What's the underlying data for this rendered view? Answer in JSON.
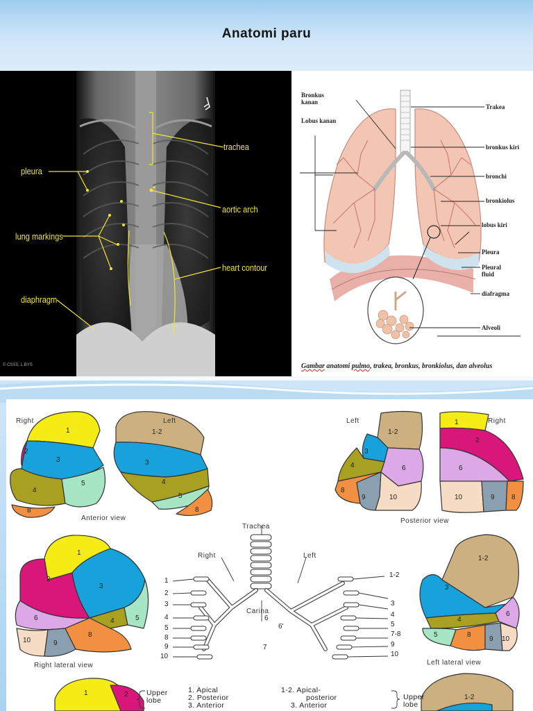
{
  "title": "Anatomi paru",
  "xray": {
    "labels": {
      "trachea": "trachea",
      "pleura": "pleura",
      "aortic_arch": "aortic arch",
      "lung_markings": "lung markings",
      "heart_contour": "heart contour",
      "diaphragm": "diaphragm"
    },
    "copyright": "© CSSS, L.BYS"
  },
  "diagram": {
    "labels": {
      "bronkus_kanan_1": "Bronkus",
      "bronkus_kanan_2": "kanan",
      "lobus_kanan": "Lobus kanan",
      "trakea": "Trakea",
      "bronkus_kiri": "bronkus kiri",
      "bronchi": "bronchi",
      "bronkiolus": "bronkiolus",
      "lobus_kiri": "lobus kiri",
      "pleura": "Pleura",
      "pleural_fluid_1": "Pleural",
      "pleural_fluid_2": "fluid",
      "diafragma": "diafragma",
      "alveoli": "Alveoli"
    },
    "caption_1": "Gambar",
    "caption_2": " anatomi ",
    "caption_3": "pulmo",
    "caption_4": ", trakea, bronkus, bronkiolus, dan alveolus"
  },
  "segments": {
    "views": {
      "right": "Right",
      "left": "Left",
      "anterior": "Anterior view",
      "posterior": "Posterior view",
      "trachea": "Trachea",
      "right_lateral": "Right lateral view",
      "left_lateral": "Left lateral view",
      "carina": "Carina"
    },
    "numbers": [
      "1",
      "2",
      "3",
      "4",
      "5",
      "6",
      "7",
      "8",
      "9",
      "10",
      "1-2",
      "7-8",
      "6'"
    ],
    "legend": {
      "upper_lobe": "Upper lobe",
      "upper_1": "Upper",
      "upper_2": "lobe",
      "r1": "1.  Apical",
      "r2": "2.  Posterior",
      "r3": "3.  Anterior",
      "l12a": "1-2.  Apical-",
      "l12b": "posterior",
      "l3": "3.  Anterior"
    },
    "colors": {
      "yellow": "#f5ec16",
      "magenta": "#d9177a",
      "cyan": "#17a2dc",
      "olive": "#a8a020",
      "mint": "#a6e6c4",
      "orange": "#f09040",
      "tan": "#cdb080",
      "lavender": "#dca8e6",
      "gray": "#8aa0b0",
      "cream": "#f6dcc4"
    }
  }
}
